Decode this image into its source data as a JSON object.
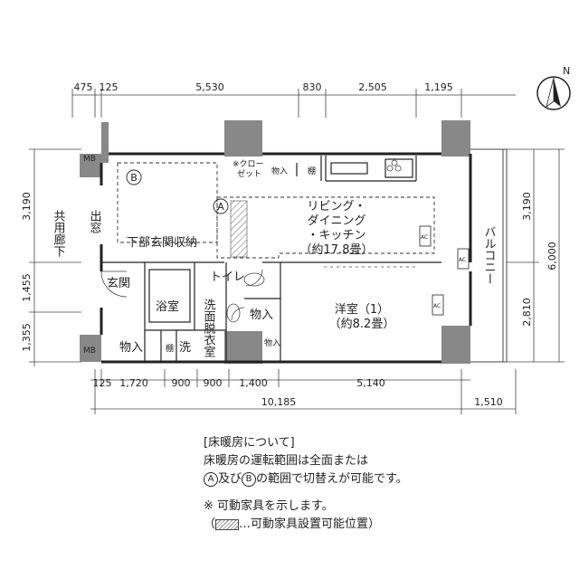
{
  "dims_top": [
    "475",
    "125",
    "5,530",
    "830",
    "2,505",
    "1,195"
  ],
  "dims_bottom": [
    "125",
    "1,720",
    "900",
    "900",
    "1,400",
    "5,140"
  ],
  "dim_total_bottom": "10,185",
  "dim_balcony_bottom": "1,510",
  "dims_left": [
    "3,190",
    "1,455",
    "1,355"
  ],
  "dims_right": [
    "3,190",
    "2,810"
  ],
  "dim_right_total": "6,000",
  "north_label": "N",
  "rooms": {
    "ldk": [
      "リビング・",
      "ダイニング",
      "・キッチン",
      "（約17.8畳）"
    ],
    "western": [
      "洋室（1）",
      "（約8.2畳）"
    ],
    "balcony": "バルコニー",
    "corridor": "共用廊下",
    "window": "出窓",
    "entrance": "玄関",
    "bath": "浴室",
    "toilet": "トイレ",
    "washroom": "洗面脱衣室",
    "shoe_storage": "下部玄関収納",
    "closet": [
      "※クロー",
      "ゼット"
    ],
    "storage": "物入",
    "shelf": "棚",
    "washer": "洗",
    "mb": "MB",
    "ac": "AC",
    "zone_a": "A",
    "zone_b": "B"
  },
  "notes": {
    "title": "[床暖房について]",
    "line1": "床暖房の運転範囲は全面または",
    "zone_a": "A",
    "join": "及び",
    "zone_b": "B",
    "line2_rest": "の範囲で切替えが可能です。",
    "movable": "※ 可動家具を示します。",
    "legend_open": "（",
    "legend_rest": "…可動家具設置可能位置）"
  }
}
